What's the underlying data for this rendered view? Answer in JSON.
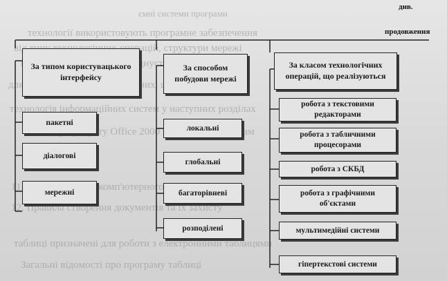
{
  "continuation": {
    "line1": "див.",
    "line2": "продовження"
  },
  "columns": [
    {
      "header": "За типом користувацького інтерфейсу",
      "items": [
        "пакетні",
        "діалогові",
        "мережні"
      ]
    },
    {
      "header": "За способом побудови мережі",
      "items": [
        "локальні",
        "глобальні",
        "багаторівневі",
        "розподілені"
      ]
    },
    {
      "header": "За класом технологічних операцій, що реалізуються",
      "items": [
        "робота з текстовими редакторами",
        "робота з табличними процесорами",
        "робота з СКБД",
        "робота з графічними об'єктами",
        "мультимедійні системи",
        "гіпертекстові системи"
      ]
    }
  ]
}
